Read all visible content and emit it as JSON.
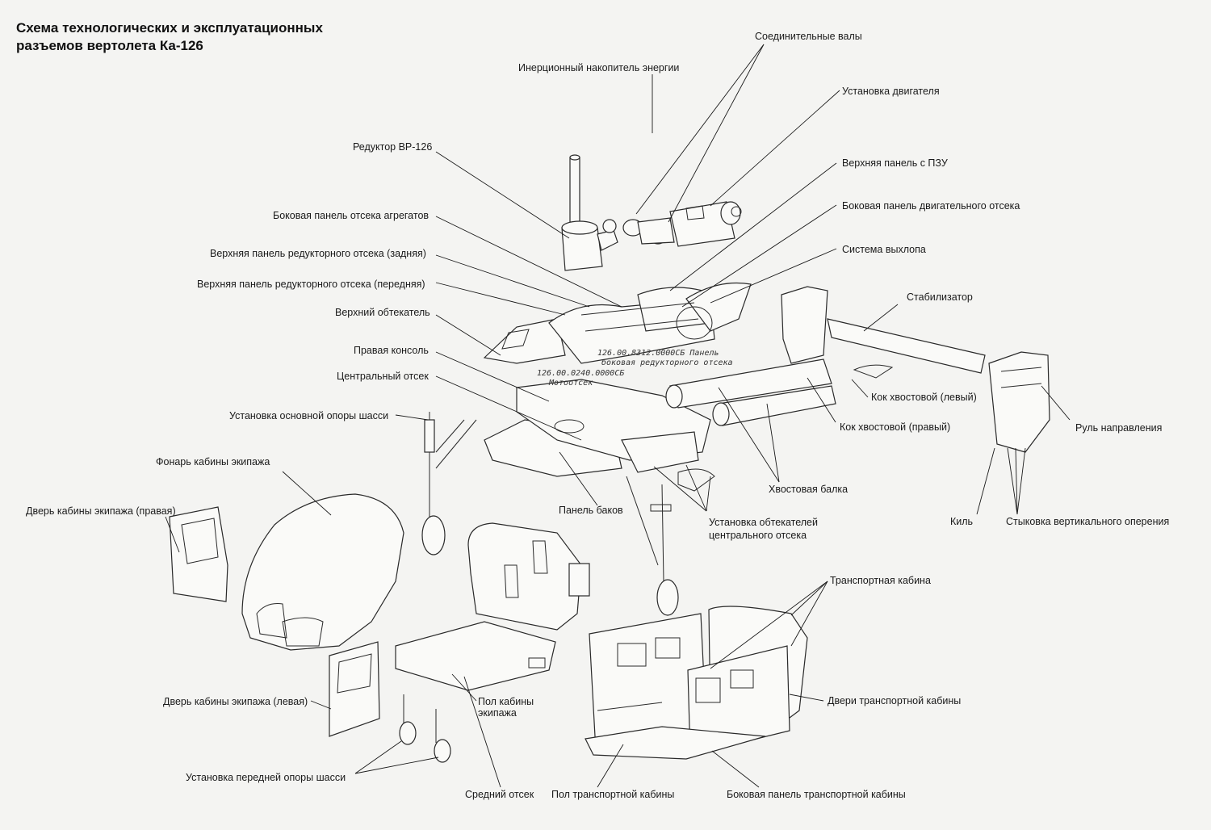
{
  "title": {
    "line1": "Схема технологических и эксплуатационных",
    "line2": "разъемов вертолета Ка-126"
  },
  "labels": {
    "connecting_shafts": "Соединительные валы",
    "inertial_storage": "Инерционный накопитель энергии",
    "engine_install": "Установка двигателя",
    "gearbox": "Редуктор ВР-126",
    "upper_panel_pzu": "Верхняя панель с ПЗУ",
    "side_panel_engine": "Боковая панель двигательного отсека",
    "side_panel_units": "Боковая панель отсека агрегатов",
    "exhaust": "Система выхлопа",
    "upper_panel_gear_rear": "Верхняя панель редукторного отсека (задняя)",
    "upper_panel_gear_front": "Верхняя панель редукторного отсека (передняя)",
    "stabilizer": "Стабилизатор",
    "upper_fairing": "Верхний обтекатель",
    "right_console": "Правая консоль",
    "central_section": "Центральный отсек",
    "tail_cone_left": "Кок хвостовой (левый)",
    "main_gear": "Установка основной опоры шасси",
    "tail_cone_right": "Кок хвостовой (правый)",
    "rudder": "Руль направления",
    "canopy": "Фонарь кабины экипажа",
    "tail_boom": "Хвостовая балка",
    "crew_door_right": "Дверь кабины экипажа (правая)",
    "tank_panel": "Панель баков",
    "center_fairings": "Установка обтекателей центрального отсека",
    "fin": "Киль",
    "vertical_tail_joint": "Стыковка вертикального оперения",
    "transport_cabin": "Транспортная кабина",
    "crew_door_left": "Дверь кабины экипажа (левая)",
    "crew_floor": "Пол кабины экипажа",
    "transport_doors": "Двери транспортной кабины",
    "nose_gear": "Установка передней опоры шасси",
    "middle_section": "Средний отсек",
    "transport_floor": "Пол транспортной кабины",
    "transport_side_panel": "Боковая панель транспортной кабины"
  },
  "handwriting": {
    "note1_line1": "126.00.8312.0000СБ Панель",
    "note1_line2": "боковая редукторного отсека",
    "note2_line1": "126.00.0240.0000СБ",
    "note2_line2": "Мотоотсек"
  },
  "icons": {
    "gearbox": "gearbox-drawing",
    "engine": "engine-drawing",
    "canopy": "canopy-drawing",
    "cabin": "cabin-drawing",
    "tail": "tail-drawing",
    "gear": "landing-gear-drawing"
  }
}
